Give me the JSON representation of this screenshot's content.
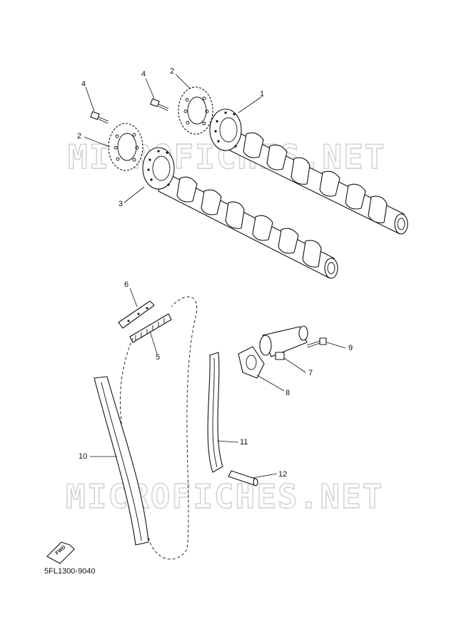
{
  "watermark": "MICROFICHES.NET",
  "doc_number": "5FL1300-9040",
  "fwd_label": "FWD",
  "callouts": {
    "c1": "1",
    "c2a": "2",
    "c2b": "2",
    "c3": "3",
    "c4a": "4",
    "c4b": "4",
    "c5": "5",
    "c6": "6",
    "c7": "7",
    "c8": "8",
    "c9": "9",
    "c10": "10",
    "c11": "11",
    "c12": "12"
  }
}
